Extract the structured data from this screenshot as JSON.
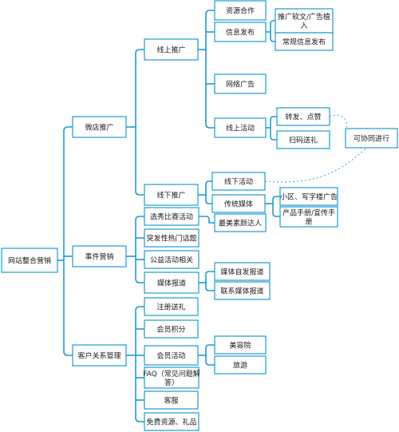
{
  "root": "网站整合营销",
  "branches": [
    {
      "label": "微店推广",
      "children": [
        {
          "label": "线上推广",
          "children": [
            {
              "label": "资源合作"
            },
            {
              "label": "信息发布",
              "children": [
                {
                  "label": "推广软文/广告植入"
                },
                {
                  "label": "常规信息发布"
                }
              ]
            },
            {
              "label": "网络广告"
            },
            {
              "label": "线上活动",
              "children": [
                {
                  "label": "转发、点赞"
                },
                {
                  "label": "扫码送礼"
                }
              ]
            }
          ]
        },
        {
          "label": "线下推广",
          "children": [
            {
              "label": "线下活动"
            },
            {
              "label": "传统媒体",
              "children": [
                {
                  "label": "小区、写字楼广告"
                },
                {
                  "label": "产品手册/宣传手册"
                }
              ]
            }
          ]
        }
      ]
    },
    {
      "label": "事件营销",
      "children": [
        {
          "label": "选秀比赛活动",
          "children": [
            {
              "label": "最美素颜达人"
            }
          ]
        },
        {
          "label": "突发性热门话题"
        },
        {
          "label": "公益活动相关"
        },
        {
          "label": "媒体报道",
          "children": [
            {
              "label": "媒体自发报道"
            },
            {
              "label": "联系媒体报道"
            }
          ]
        }
      ]
    },
    {
      "label": "客户关系管理",
      "children": [
        {
          "label": "注册送礼"
        },
        {
          "label": "会员积分"
        },
        {
          "label": "会员活动",
          "children": [
            {
              "label": "美容院"
            },
            {
              "label": "旅游"
            }
          ]
        },
        {
          "label": "FAQ（常见问题解答）"
        },
        {
          "label": "客服"
        },
        {
          "label": "免费资源、礼品"
        }
      ]
    }
  ],
  "note": "可协同进行"
}
